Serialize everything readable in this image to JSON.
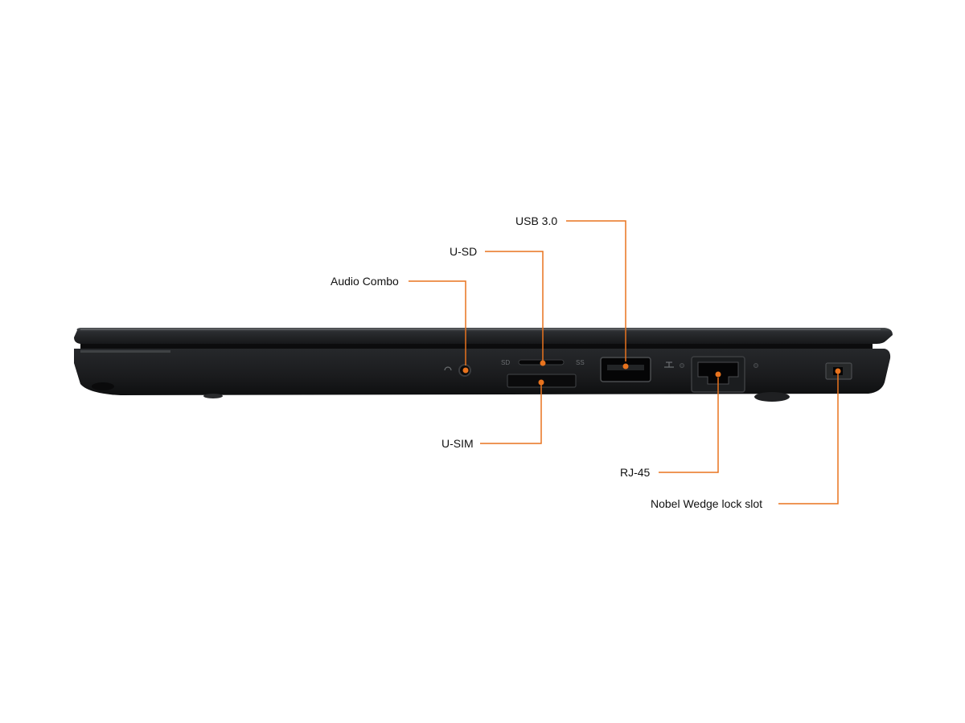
{
  "colors": {
    "background": "#ffffff",
    "laptop_body": "#1b1d1f",
    "laptop_lid": "#2a2c2e",
    "callout_line": "#e8731e",
    "label_text": "#111111"
  },
  "labels": {
    "usb": "USB 3.0",
    "usd": "U-SD",
    "audio": "Audio Combo",
    "usim": "U-SIM",
    "rj45": "RJ-45",
    "lock": "Nobel Wedge lock slot"
  },
  "port_markings": {
    "sd": "SD",
    "ss": "SS"
  }
}
